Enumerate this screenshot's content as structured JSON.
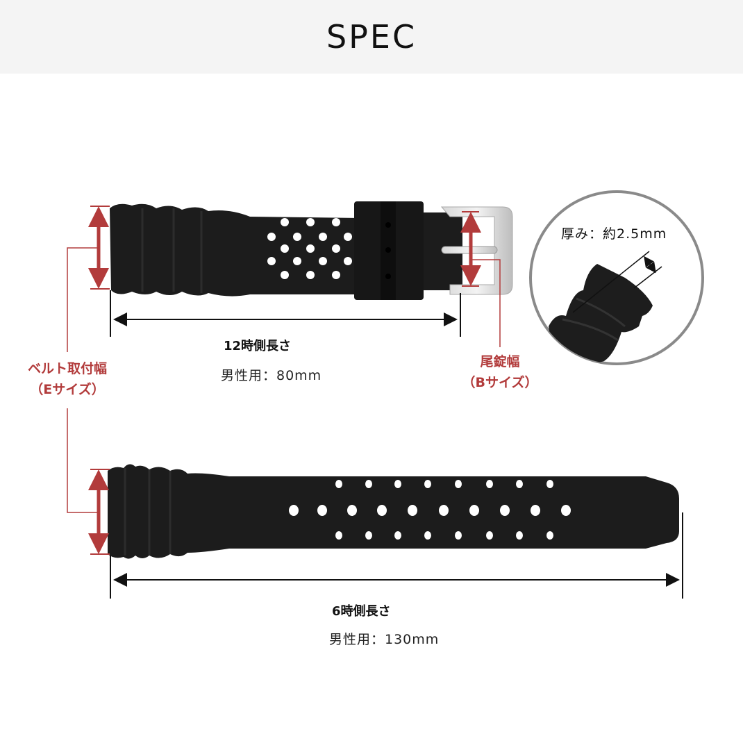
{
  "header": {
    "title": "SPEC"
  },
  "colors": {
    "accent_red": "#b23b3b",
    "strap": "#1c1c1c",
    "header_bg": "#f4f4f4",
    "circle_border": "#8a8a8a"
  },
  "strap_12": {
    "title": "12時側長さ",
    "value": "男性用：80mm"
  },
  "strap_6": {
    "title": "6時側長さ",
    "value": "男性用：130mm"
  },
  "lug_width": {
    "line1": "ベルト取付幅",
    "line2": "（Eサイズ）"
  },
  "buckle_width": {
    "line1": "尾錠幅",
    "line2": "（Bサイズ）"
  },
  "thickness": {
    "label": "厚み：約2.5mm"
  }
}
